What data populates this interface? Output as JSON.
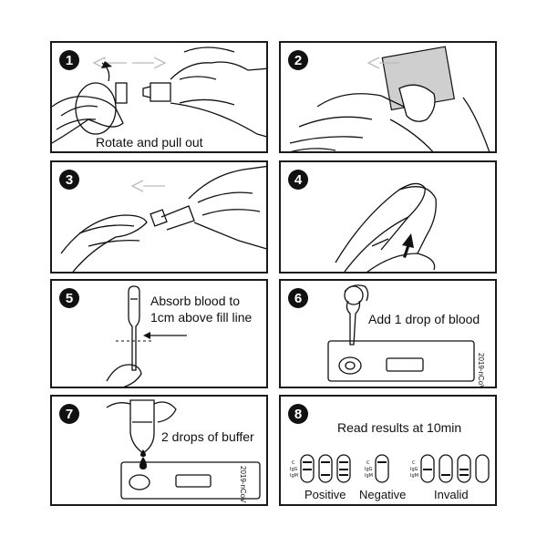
{
  "steps": [
    {
      "number": "1",
      "caption": "Rotate and pull out"
    },
    {
      "number": "2"
    },
    {
      "number": "3"
    },
    {
      "number": "4"
    },
    {
      "number": "5",
      "caption_line1": "Absorb blood to",
      "caption_line2": "1cm above fill line"
    },
    {
      "number": "6",
      "caption": "Add 1 drop of blood",
      "device_label": "2019-nCoV"
    },
    {
      "number": "7",
      "caption": "2 drops of buffer",
      "device_label": "2019-nCoV"
    },
    {
      "number": "8",
      "caption": "Read results at 10min",
      "result_labels": [
        "Positive",
        "Negative",
        "Invalid"
      ],
      "cassette_marks": [
        "C",
        "IgG",
        "IgM"
      ]
    }
  ],
  "colors": {
    "ink": "#111111",
    "arrow": "#bbbbbb"
  }
}
